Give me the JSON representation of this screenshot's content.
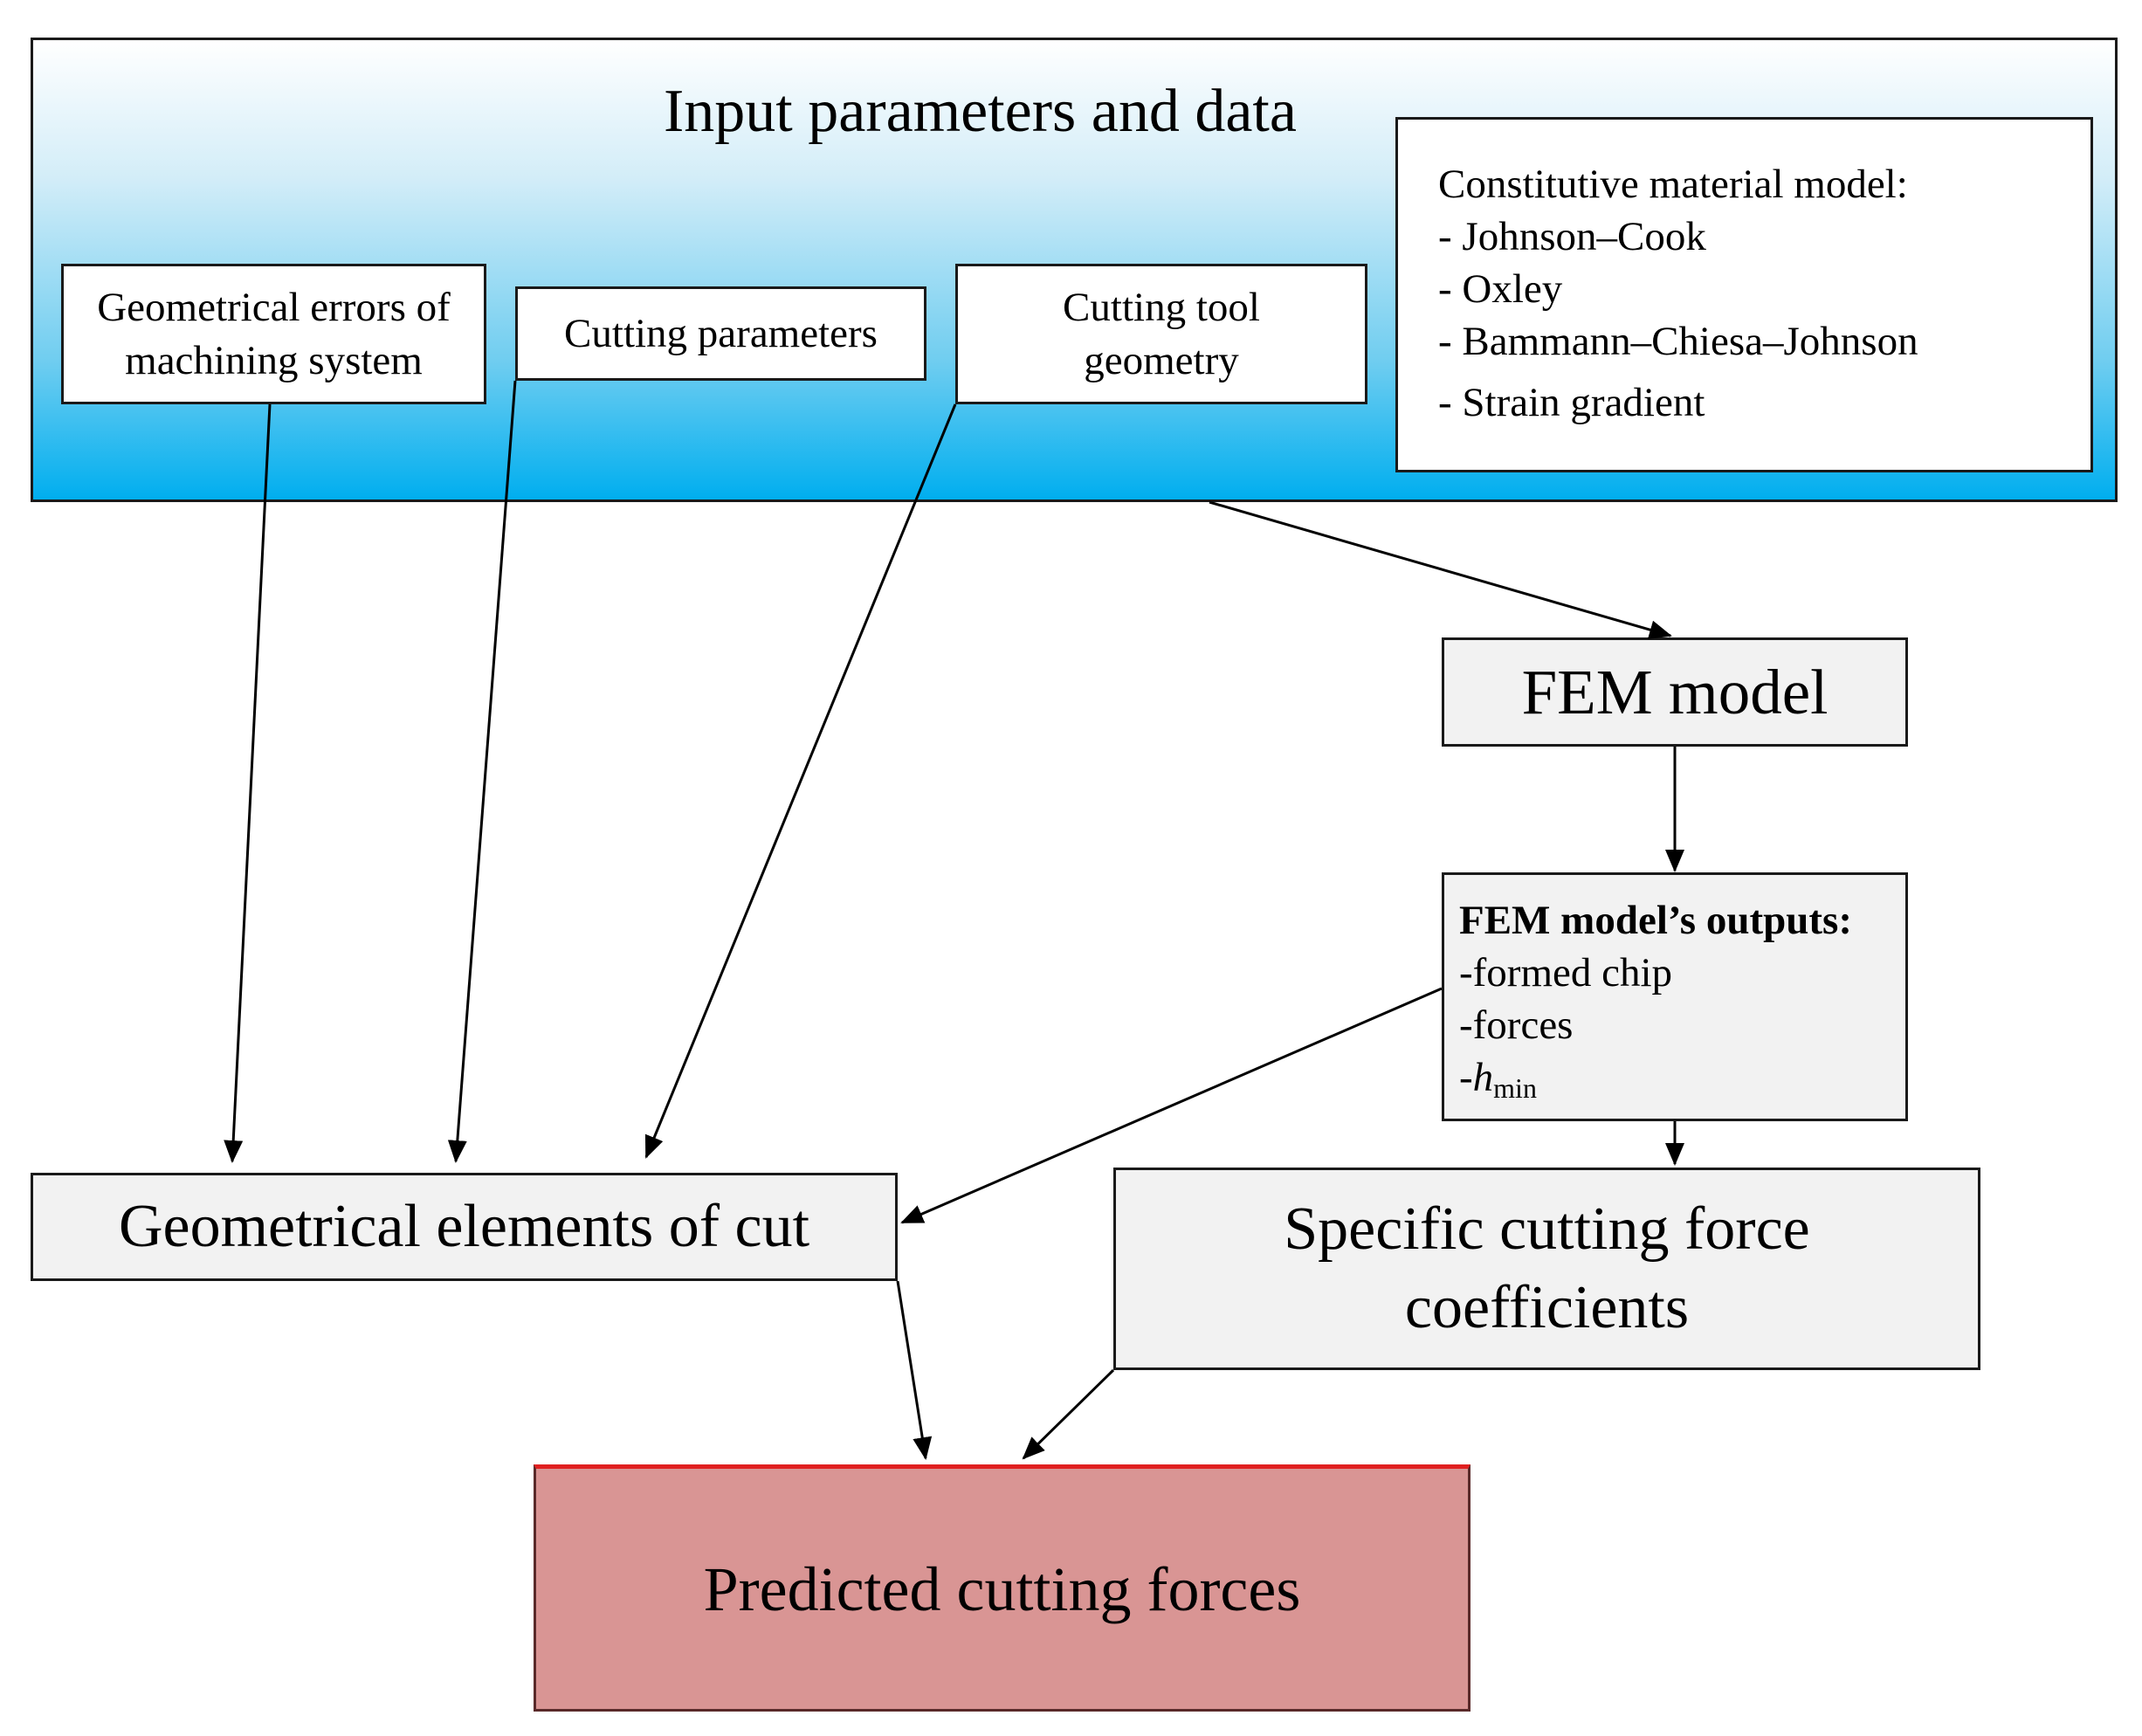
{
  "input_panel": {
    "title": "Input parameters and data",
    "geometrical_errors": [
      "Geometrical errors of",
      "machining system"
    ],
    "cutting_parameters": "Cutting parameters",
    "cutting_tool_geometry": [
      "Cutting tool",
      "geometry"
    ],
    "material_model": {
      "heading": "Constitutive material model:",
      "items": [
        "- Johnson–Cook",
        "- Oxley",
        "- Bammann–Chiesa–Johnson",
        "- Strain gradient"
      ]
    }
  },
  "fem_model": "FEM model",
  "fem_outputs": {
    "heading": "FEM model’s outputs:",
    "items": [
      "-formed chip",
      "-forces"
    ],
    "hmin_prefix": "-",
    "hmin_symbol": "h",
    "hmin_subscript": "min"
  },
  "geometrical_elements": "Geometrical elements of cut",
  "specific_coefficients": [
    "Specific cutting force",
    "coefficients"
  ],
  "predicted_forces": "Predicted cutting forces",
  "colors": {
    "panel_gradient_top": "#ffffff",
    "panel_gradient_bottom": "#00aeef",
    "box_gray": "#f2f2f2",
    "predicted_fill": "#d99594",
    "predicted_top_border": "#e02020"
  }
}
